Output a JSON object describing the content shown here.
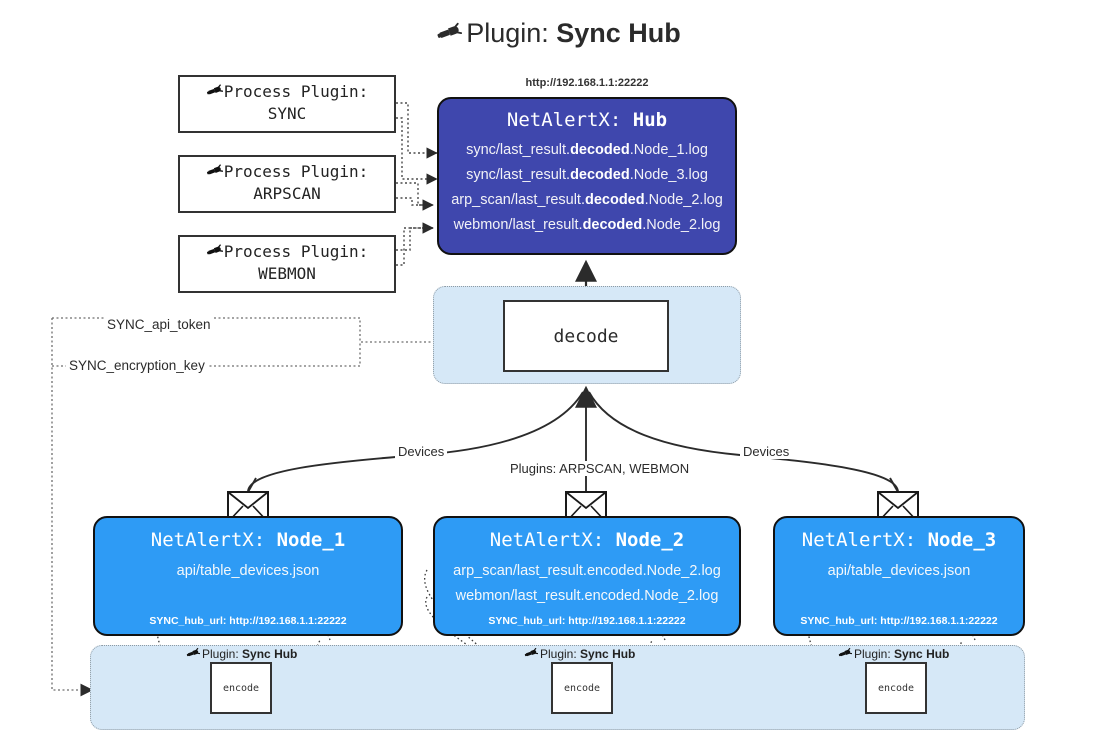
{
  "title": {
    "icon": "plug-icon",
    "label": "Plugin:",
    "value": "Sync Hub"
  },
  "process_plugins": [
    {
      "line1_label": "Process Plugin:",
      "line2_value": "SYNC",
      "icon": "plug-icon"
    },
    {
      "line1_label": "Process Plugin:",
      "line2_value": "ARPSCAN",
      "icon": "plug-icon"
    },
    {
      "line1_label": "Process Plugin:",
      "line2_value": "WEBMON",
      "icon": "plug-icon"
    }
  ],
  "hub": {
    "url": "http://192.168.1.1:22222",
    "title_prefix": "NetAlertX:",
    "title_value": "Hub",
    "lines": [
      {
        "pre": "sync/last_result.",
        "mid": "decoded",
        "post": ".Node_1.log"
      },
      {
        "pre": "sync/last_result.",
        "mid": "decoded",
        "post": ".Node_3.log"
      },
      {
        "pre": "arp_scan/last_result.",
        "mid": "decoded",
        "post": ".Node_2.log"
      },
      {
        "pre": "webmon/last_result.",
        "mid": "decoded",
        "post": ".Node_2.log"
      }
    ],
    "color": "#3f47ad"
  },
  "decode": {
    "label": "decode",
    "container_color": "#d6e8f7"
  },
  "wire_labels": {
    "api_token": "SYNC_api_token",
    "encryption_key": "SYNC_encryption_key",
    "devices_left": "Devices",
    "devices_right": "Devices",
    "plugins_center": "Plugins: ARPSCAN, WEBMON"
  },
  "nodes": [
    {
      "title_prefix": "NetAlertX:",
      "title_value": "Node_1",
      "lines": [
        "api/table_devices.json"
      ],
      "footer": "SYNC_hub_url: http://192.168.1.1:22222",
      "icon": "envelope-icon"
    },
    {
      "title_prefix": "NetAlertX:",
      "title_value": "Node_2",
      "lines": [
        "arp_scan/last_result.encoded.Node_2.log",
        "webmon/last_result.encoded.Node_2.log"
      ],
      "footer": "SYNC_hub_url: http://192.168.1.1:22222",
      "icon": "envelope-icon"
    },
    {
      "title_prefix": "NetAlertX:",
      "title_value": "Node_3",
      "lines": [
        "api/table_devices.json"
      ],
      "footer": "SYNC_hub_url: http://192.168.1.1:22222",
      "icon": "envelope-icon"
    }
  ],
  "encoders": [
    {
      "plugin_label": "Plugin:",
      "plugin_value": "Sync Hub",
      "box_label": "encode",
      "icon": "plug-icon"
    },
    {
      "plugin_label": "Plugin:",
      "plugin_value": "Sync Hub",
      "box_label": "encode",
      "icon": "plug-icon"
    },
    {
      "plugin_label": "Plugin:",
      "plugin_value": "Sync Hub",
      "box_label": "encode",
      "icon": "plug-icon"
    }
  ],
  "colors": {
    "hub": "#3f47ad",
    "node": "#2e9bf5",
    "panel": "#d6e8f7",
    "stroke": "#111111"
  }
}
